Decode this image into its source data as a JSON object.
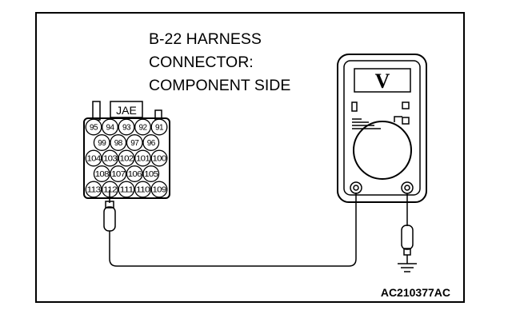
{
  "title_lines": [
    "B-22 HARNESS",
    "CONNECTOR:",
    "COMPONENT SIDE"
  ],
  "connector": {
    "maker": "JAE",
    "rows": [
      [
        "95",
        "94",
        "93",
        "92",
        "91"
      ],
      [
        "99",
        "98",
        "97",
        "96"
      ],
      [
        "104",
        "103",
        "102",
        "101",
        "100"
      ],
      [
        "108",
        "107",
        "106",
        "105"
      ],
      [
        "113",
        "112",
        "111",
        "110",
        "109"
      ]
    ]
  },
  "meter": {
    "display": "V"
  },
  "figure_code": "AC210377AC"
}
